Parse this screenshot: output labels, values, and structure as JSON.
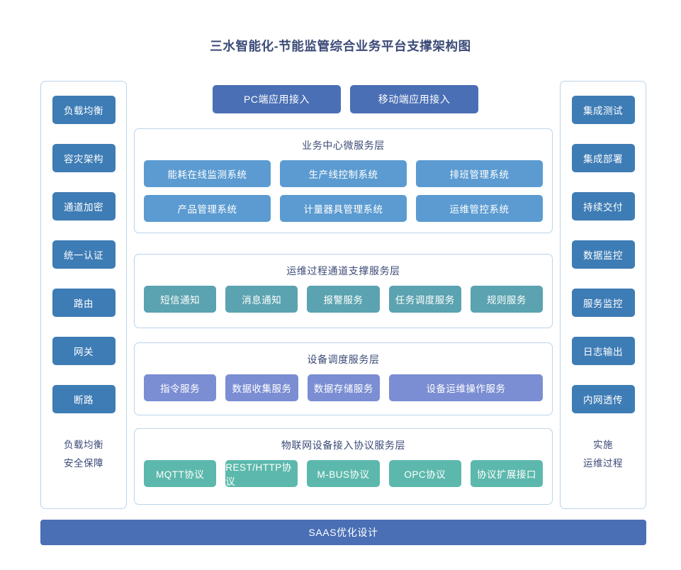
{
  "page_title": "三水智能化-节能监管综合业务平台支撑架构图",
  "colors": {
    "title_text": "#3b4a77",
    "panel_border": "#bcd4ea",
    "side_chip": "#3e7cb5",
    "access_chip": "#4a6fb5",
    "business_chip": "#5b9bd1",
    "ops_chip": "#5ba3b0",
    "device_chip": "#7b8ed3",
    "protocol_chip": "#5cb8ac",
    "saas_bar": "#4a6fb5"
  },
  "left_panel": {
    "items": [
      {
        "label": "负载均衡"
      },
      {
        "label": "容灾架构"
      },
      {
        "label": "通道加密"
      },
      {
        "label": "统一认证"
      },
      {
        "label": "路由"
      },
      {
        "label": "网关"
      },
      {
        "label": "断路"
      }
    ],
    "footer_lines": [
      "负载均衡",
      "安全保障"
    ]
  },
  "right_panel": {
    "items": [
      {
        "label": "集成测试"
      },
      {
        "label": "集成部署"
      },
      {
        "label": "持续交付"
      },
      {
        "label": "数据监控"
      },
      {
        "label": "服务监控"
      },
      {
        "label": "日志输出"
      },
      {
        "label": "内网透传"
      }
    ],
    "footer_lines": [
      "实施",
      "运维过程"
    ]
  },
  "access_row": {
    "items": [
      {
        "label": "PC端应用接入"
      },
      {
        "label": "移动端应用接入"
      }
    ]
  },
  "layers": [
    {
      "key": "business",
      "title": "业务中心微服务层",
      "rows": [
        [
          {
            "label": "能耗在线监测系统"
          },
          {
            "label": "生产线控制系统"
          },
          {
            "label": "排班管理系统"
          }
        ],
        [
          {
            "label": "产品管理系统"
          },
          {
            "label": "计量器具管理系统"
          },
          {
            "label": "运维管控系统"
          }
        ]
      ]
    },
    {
      "key": "ops",
      "title": "运维过程通道支撑服务层",
      "rows": [
        [
          {
            "label": "短信通知"
          },
          {
            "label": "消息通知"
          },
          {
            "label": "报警服务"
          },
          {
            "label": "任务调度服务"
          },
          {
            "label": "规则服务"
          }
        ]
      ]
    },
    {
      "key": "device",
      "title": "设备调度服务层",
      "rows": [
        [
          {
            "label": "指令服务"
          },
          {
            "label": "数据收集服务"
          },
          {
            "label": "数据存储服务"
          },
          {
            "label": "设备运维操作服务",
            "wide": true
          }
        ]
      ]
    },
    {
      "key": "protocol",
      "title": "物联网设备接入协议服务层",
      "rows": [
        [
          {
            "label": "MQTT协议"
          },
          {
            "label": "REST/HTTP协议"
          },
          {
            "label": "M-BUS协议"
          },
          {
            "label": "OPC协议"
          },
          {
            "label": "协议扩展接口"
          }
        ]
      ]
    }
  ],
  "saas_bar": {
    "label": "SAAS优化设计"
  }
}
